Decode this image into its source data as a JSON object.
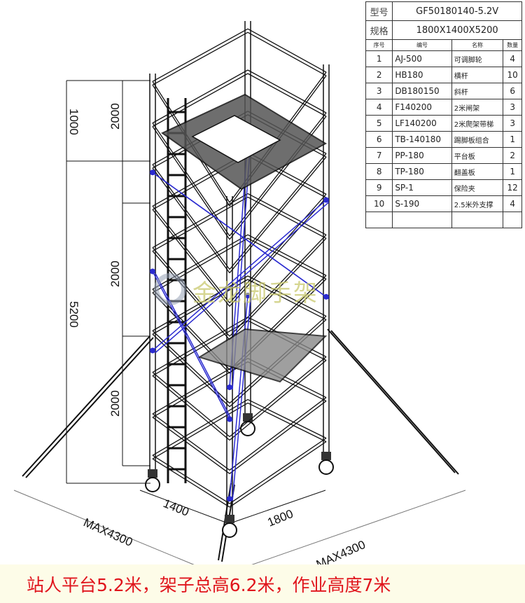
{
  "table": {
    "model_label": "型号",
    "model_value": "GF50180140-5.2V",
    "spec_label": "规格",
    "spec_value": "1800X1400X5200",
    "headers": [
      "序号",
      "编号",
      "名称",
      "数量"
    ],
    "rows": [
      {
        "no": "1",
        "code": "AJ-500",
        "name": "可调脚轮",
        "qty": "4"
      },
      {
        "no": "2",
        "code": "HB180",
        "name": "横杆",
        "qty": "10"
      },
      {
        "no": "3",
        "code": "DB180150",
        "name": "斜杆",
        "qty": "6"
      },
      {
        "no": "4",
        "code": "F140200",
        "name": "2米闸架",
        "qty": "3"
      },
      {
        "no": "5",
        "code": "LF140200",
        "name": "2米爬架带梯",
        "qty": "3"
      },
      {
        "no": "6",
        "code": "TB-140180",
        "name": "踢脚板组合",
        "qty": "1"
      },
      {
        "no": "7",
        "code": "PP-180",
        "name": "平台板",
        "qty": "2"
      },
      {
        "no": "8",
        "code": "TP-180",
        "name": "翻盖板",
        "qty": "1"
      },
      {
        "no": "9",
        "code": "SP-1",
        "name": "保险夹",
        "qty": "12"
      },
      {
        "no": "10",
        "code": "S-190",
        "name": "2.5米外支撑",
        "qty": "4"
      }
    ]
  },
  "dimensions": {
    "top": "1000",
    "total": "5200",
    "level1": "2000",
    "level2": "2000",
    "level3": "2000",
    "width": "1400",
    "length": "1800",
    "outrigger_left": "MAX4300",
    "outrigger_right": "MAX4300"
  },
  "watermark": "金龙脚手架",
  "caption": "站人平台5.2米，架子总高6.2米，作业高度7米",
  "colors": {
    "frame": "#111111",
    "brace": "#2b2bd0",
    "caption": "#e0141c"
  }
}
